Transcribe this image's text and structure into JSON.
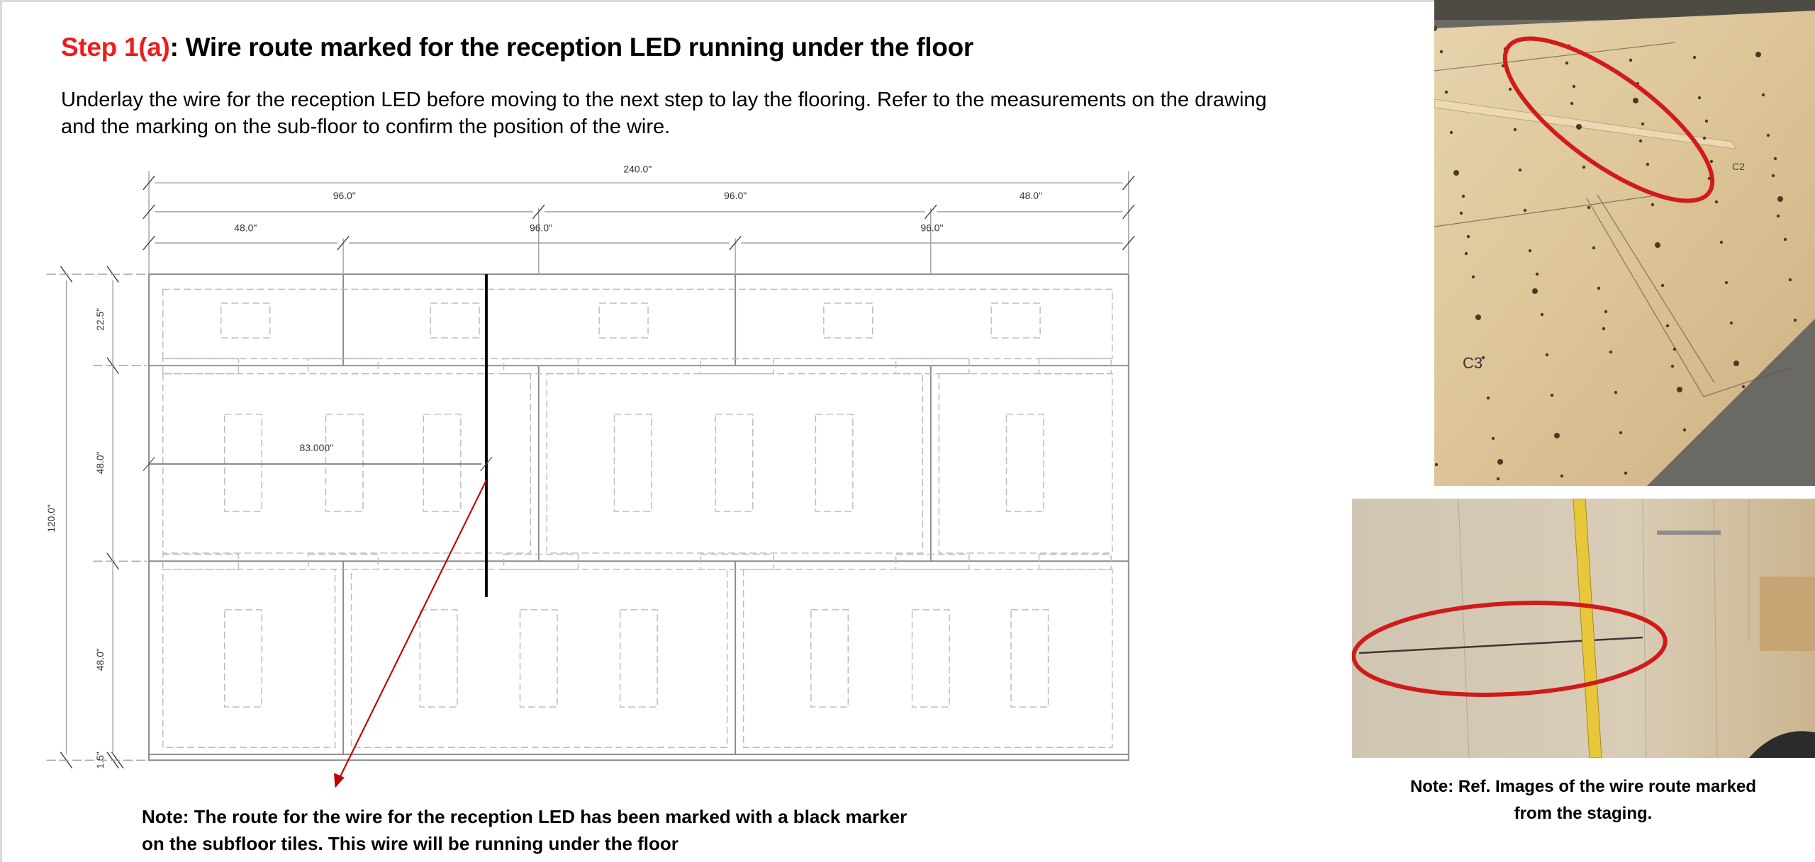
{
  "title": {
    "step": "Step 1(a)",
    "rest": ": Wire route marked for the reception LED running under the floor"
  },
  "intro": {
    "line1": "Underlay the wire for the reception LED before moving to the next step to lay the flooring. Refer to the measurements on the drawing",
    "line2": "and the marking on the sub-floor to confirm the position of the wire."
  },
  "drawing": {
    "dims_top": {
      "total": "240.0\"",
      "row2": [
        "96.0\"",
        "96.0\"",
        "48.0\""
      ],
      "row3": [
        "48.0\"",
        "96.0\"",
        "96.0\""
      ]
    },
    "dims_left": {
      "total": "120.0\"",
      "segments": [
        "22.5\"",
        "48.0\"",
        "48.0\"",
        "1.5\""
      ]
    },
    "wire_offset": "83.000\"",
    "colors": {
      "wire": "#000000",
      "arrow": "#c00000",
      "lines": "#9a9a9a"
    }
  },
  "note_left": {
    "line1": "Note: The route for the wire for the reception LED has been marked with a black marker",
    "line2": "on the subfloor tiles. This wire will be running under the floor"
  },
  "photos": {
    "photo1_labels": [
      "C3",
      "C2"
    ],
    "highlight_color": "#d11a1a"
  },
  "note_right": {
    "line1": "Note: Ref. Images of the wire route marked",
    "line2": "from the staging."
  }
}
